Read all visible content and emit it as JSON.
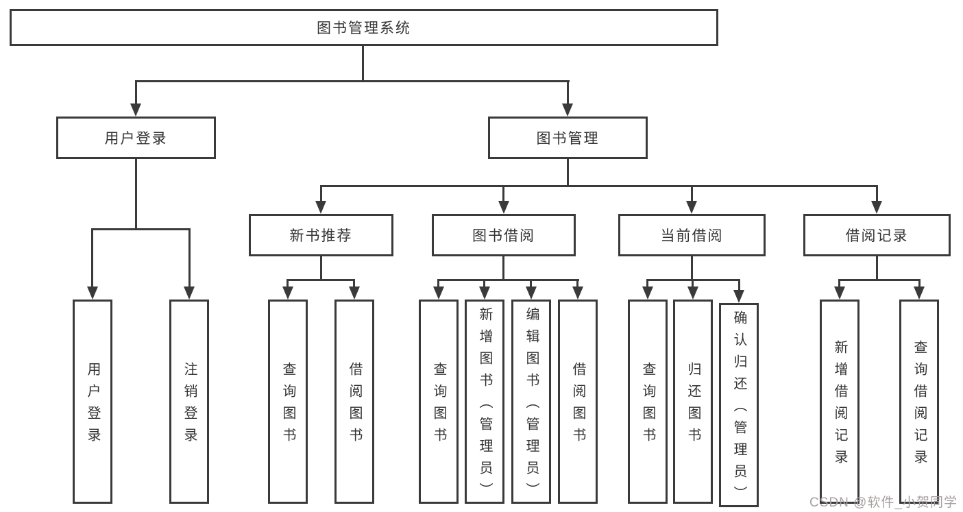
{
  "diagram": {
    "type": "hierarchy-tree",
    "root": {
      "label": "图书管理系统"
    },
    "branches": [
      {
        "label": "用户登录",
        "children": [
          {
            "label": "用户登录"
          },
          {
            "label": "注销登录"
          }
        ]
      },
      {
        "label": "图书管理",
        "children": [
          {
            "label": "新书推荐",
            "children": [
              {
                "label": "查询图书"
              },
              {
                "label": "借阅图书"
              }
            ]
          },
          {
            "label": "图书借阅",
            "children": [
              {
                "label": "查询图书"
              },
              {
                "label": "新增图书（管理员）"
              },
              {
                "label": "编辑图书（管理员）"
              },
              {
                "label": "借阅图书"
              }
            ]
          },
          {
            "label": "当前借阅",
            "children": [
              {
                "label": "查询图书"
              },
              {
                "label": "归还图书"
              },
              {
                "label": "确认归还（管理员）"
              }
            ]
          },
          {
            "label": "借阅记录",
            "children": [
              {
                "label": "新增借阅记录"
              },
              {
                "label": "查询借阅记录"
              }
            ]
          }
        ]
      }
    ]
  },
  "watermark": {
    "text": "CSDN @软件_小贺同学"
  },
  "colors": {
    "line": "#3a3a3a",
    "text": "#333333",
    "background": "#ffffff",
    "watermark": "#a8a0a0"
  }
}
